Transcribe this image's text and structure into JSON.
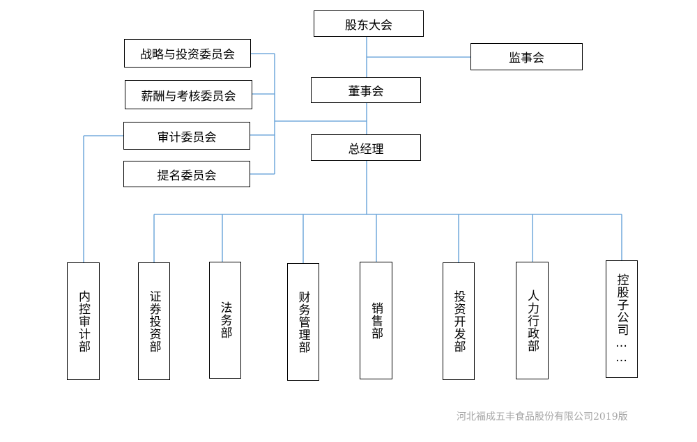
{
  "top": {
    "shareholders": "股东大会",
    "supervisors": "监事会",
    "board": "董事会",
    "gm": "总经理"
  },
  "committees": [
    "战略与投资委员会",
    "薪酬与考核委员会",
    "审计委员会",
    "提名委员会"
  ],
  "departments": [
    "内控审计部",
    "证券投资部",
    "法务部",
    "财务管理部",
    "销售部",
    "投资开发部",
    "人力行政部",
    "控股子公司……"
  ],
  "footer": "河北福成五丰食品股份有限公司2019版",
  "colors": {
    "line": "#5b9bd5",
    "border": "#000000",
    "footer": "#a6a6a6"
  }
}
